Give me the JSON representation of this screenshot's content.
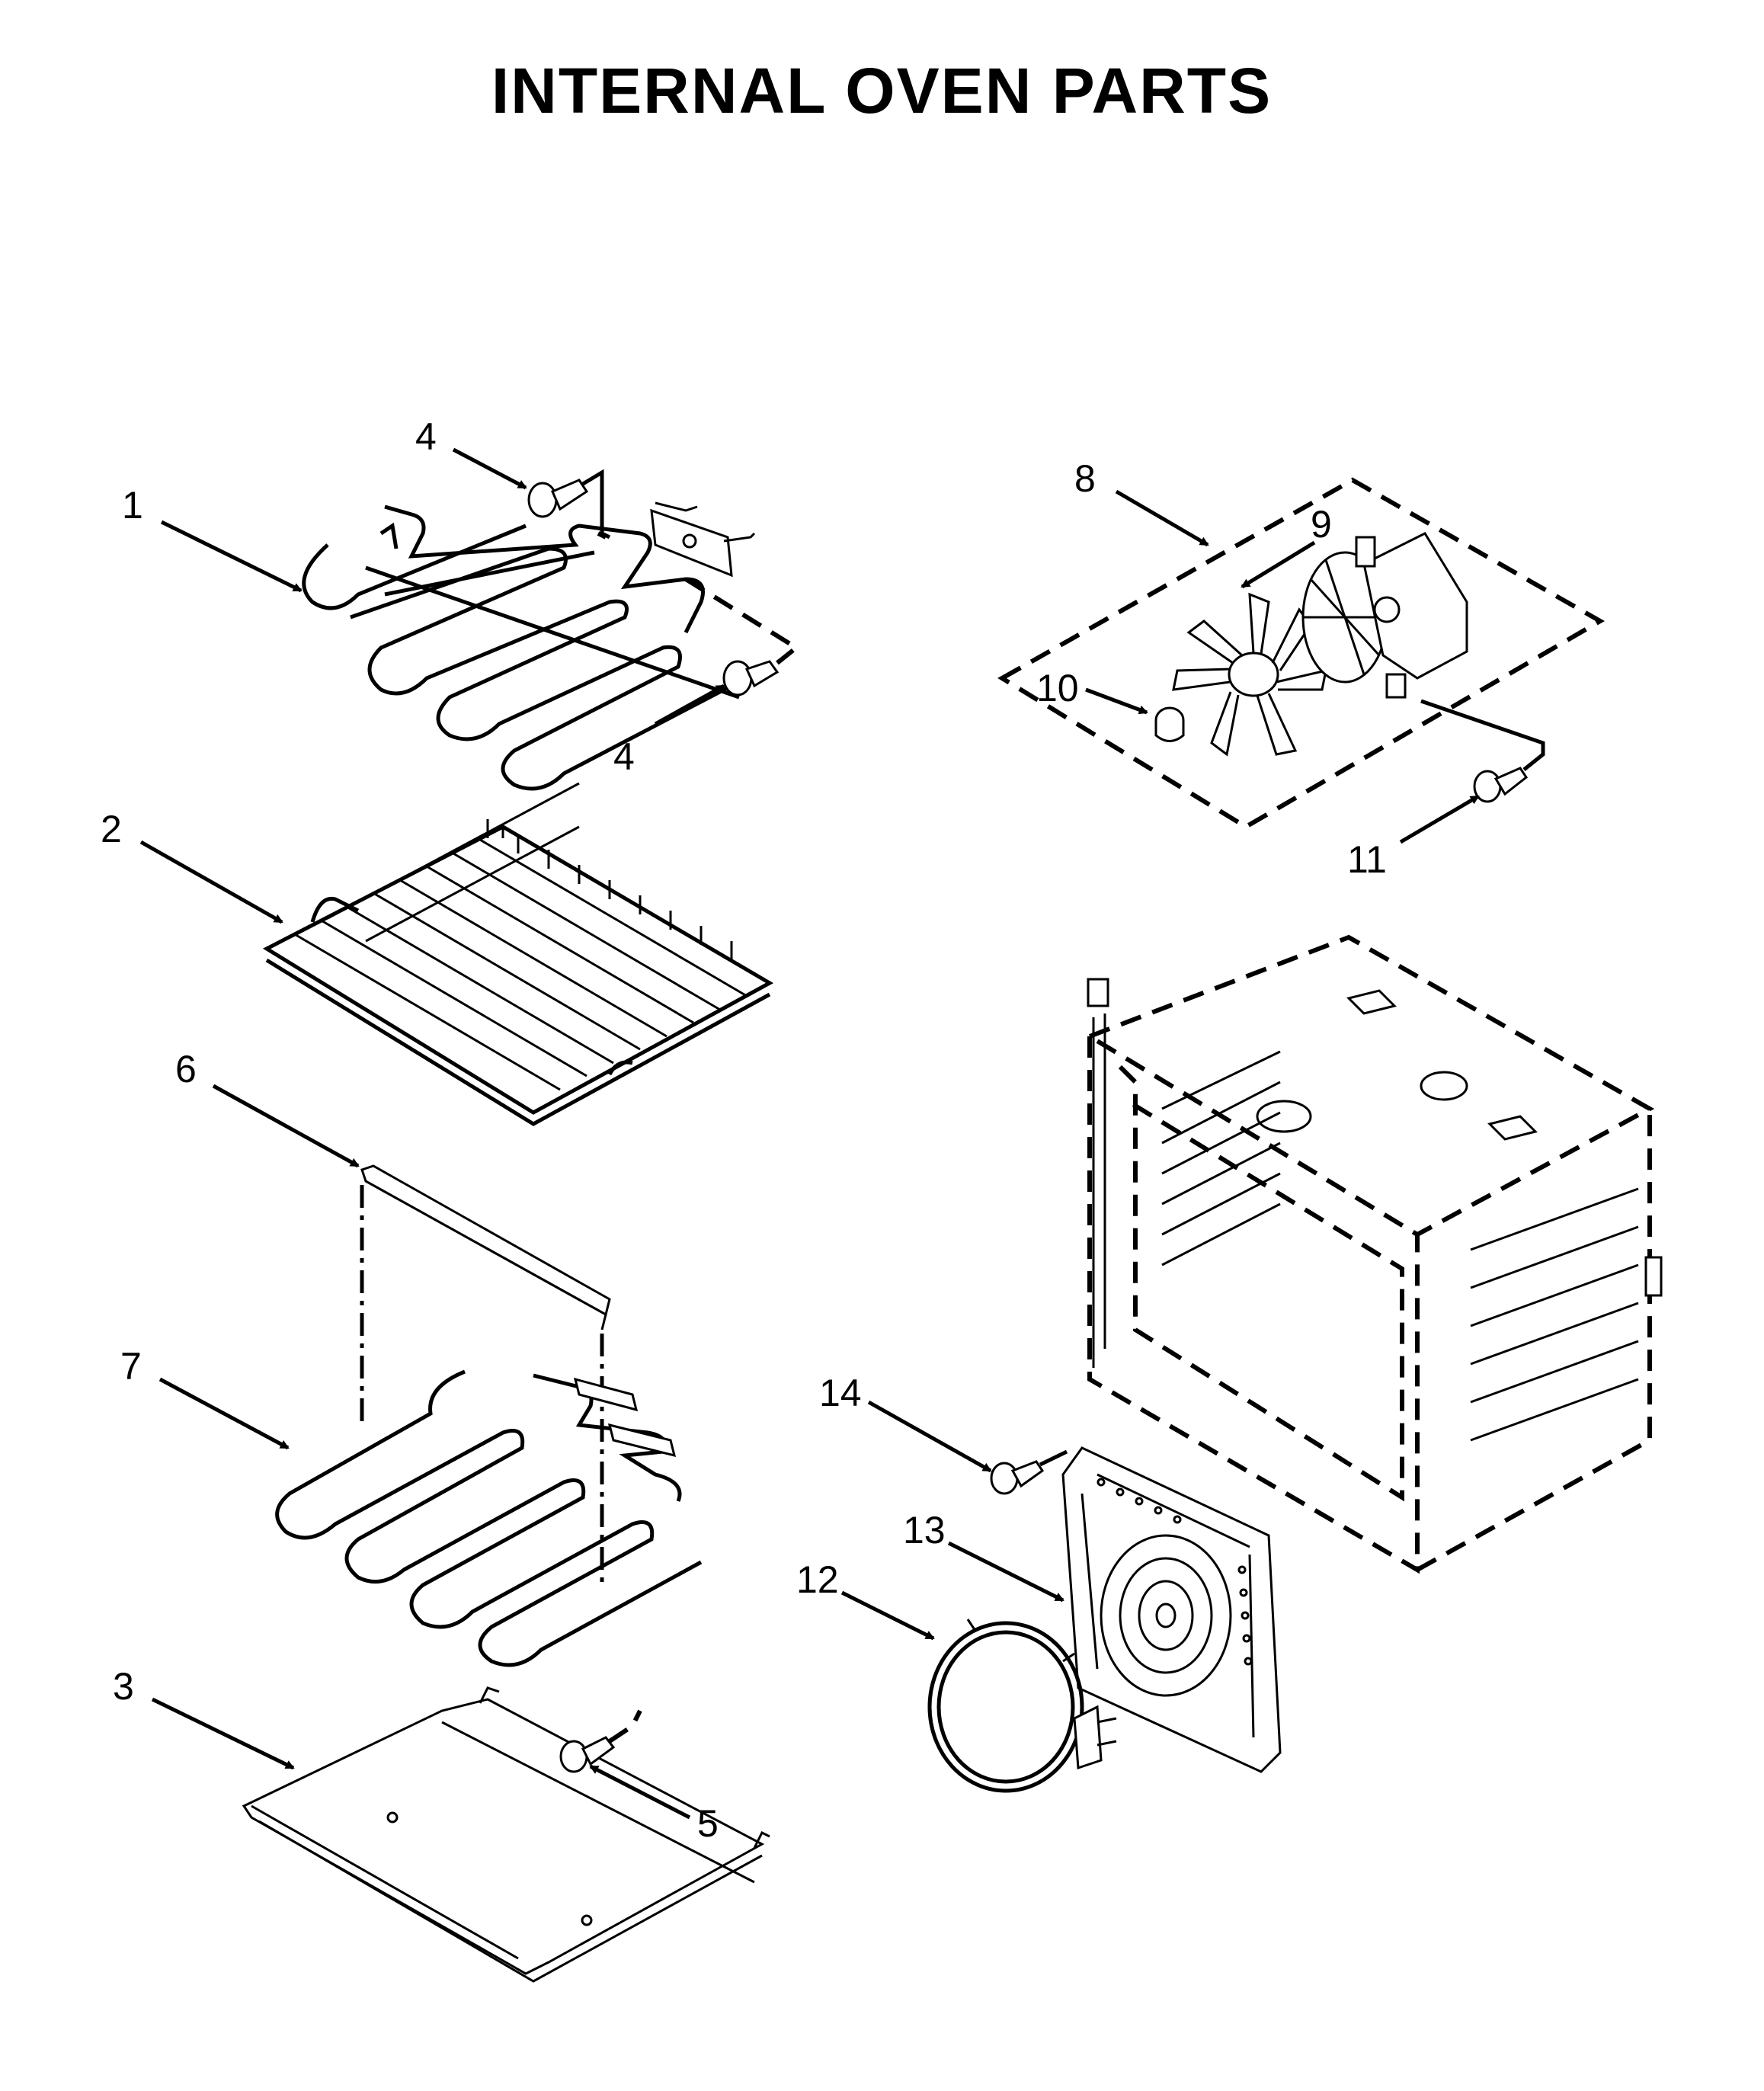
{
  "title": "INTERNAL OVEN PARTS",
  "callouts": {
    "c1": "1",
    "c2": "2",
    "c3": "3",
    "c4a": "4",
    "c4b": "4",
    "c5": "5",
    "c6": "6",
    "c7": "7",
    "c8": "8",
    "c9": "9",
    "c10": "10",
    "c11": "11",
    "c12": "12",
    "c13": "13",
    "c14": "14"
  }
}
